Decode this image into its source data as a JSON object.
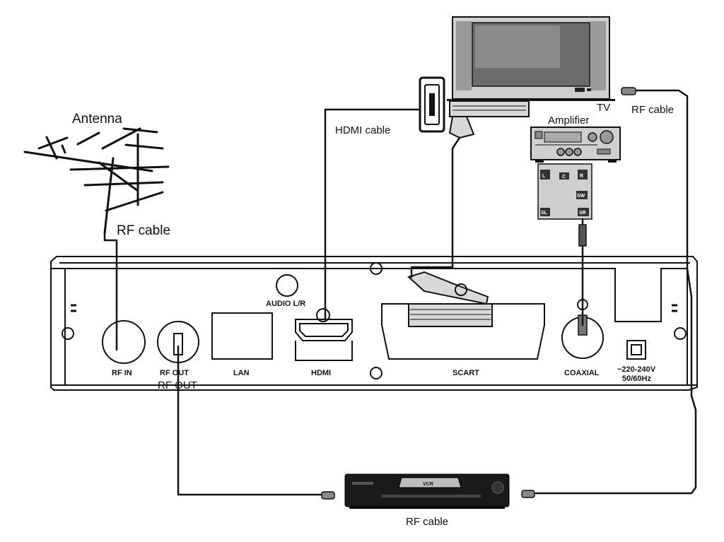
{
  "labels": {
    "antenna": "Antenna",
    "rf_cable_antenna": "RF cable",
    "hdmi_cable": "HDMI cable",
    "tv": "TV",
    "rf_cable_tv": "RF cable",
    "amplifier": "Amplifier",
    "rf_cable_vcr": "RF cable",
    "rf_out_caption": "RF OUT"
  },
  "panel_ports": {
    "rf_in": "RF IN",
    "rf_out": "RF OUT",
    "lan": "LAN",
    "audio_lr": "AUDIO L/R",
    "hdmi": "HDMI",
    "scart": "SCART",
    "coaxial": "COAXIAL",
    "power_line1": "~220-240V",
    "power_line2": "50/60Hz"
  },
  "speakers": {
    "left": "L",
    "center": "C",
    "right": "R",
    "subwoofer": "SW",
    "surround_left": "SL",
    "surround_right": "SR"
  },
  "vcr": {
    "badge": "VCR"
  }
}
